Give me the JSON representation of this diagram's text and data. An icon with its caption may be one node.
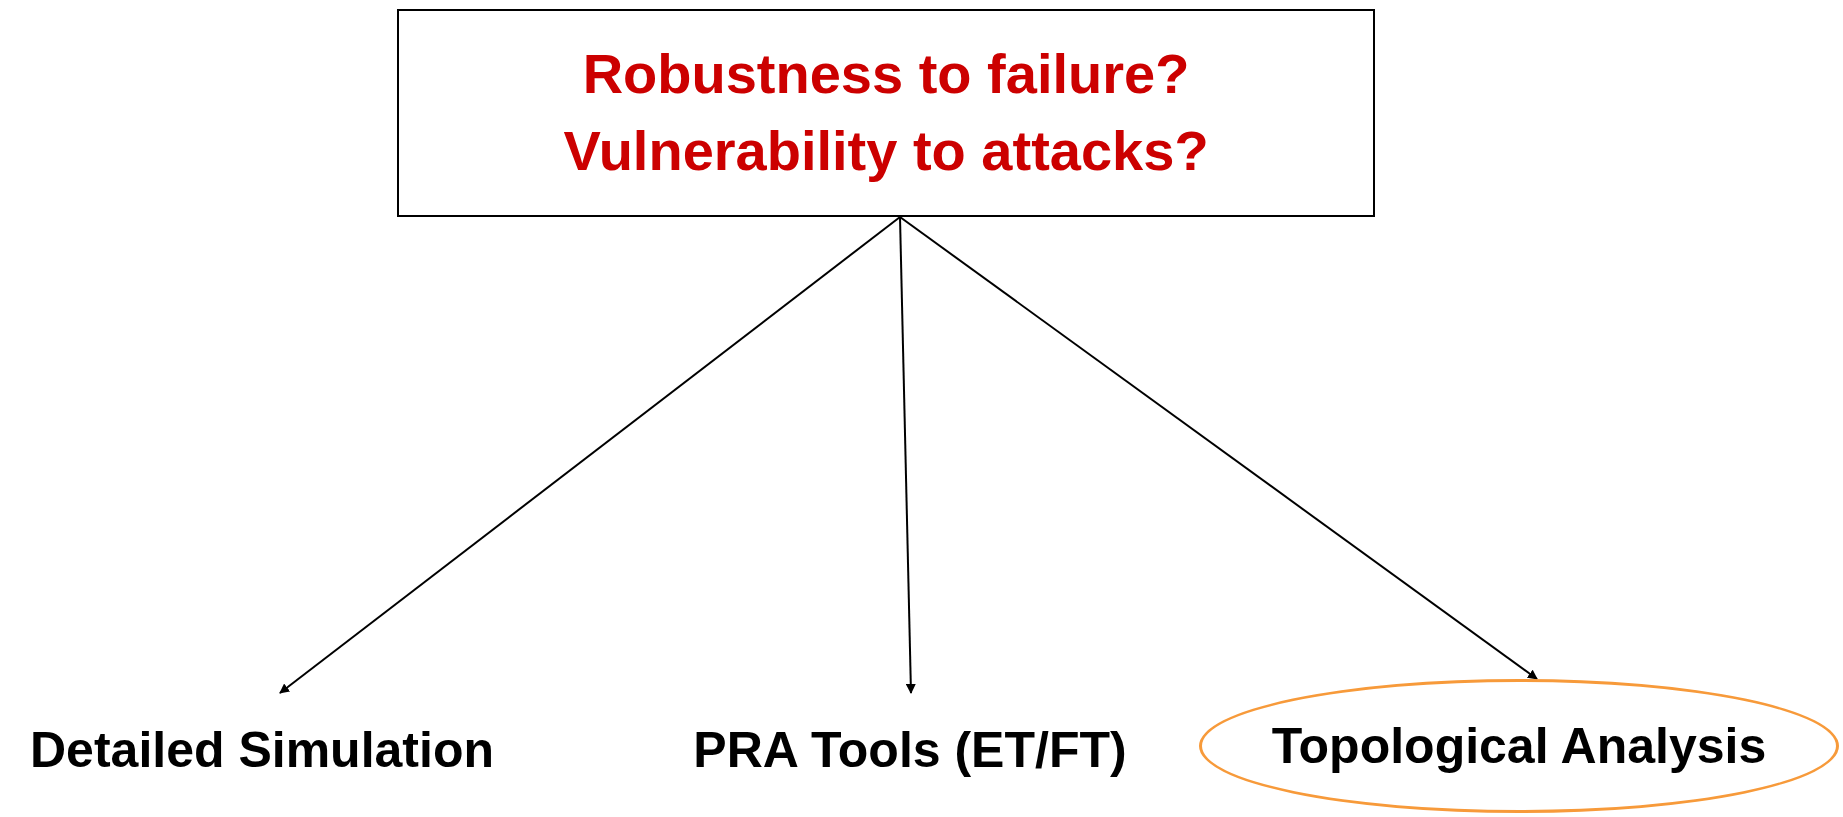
{
  "diagram": {
    "nodes": [
      {
        "text": [
          "Robustness to failure?",
          "Vulnerability to attacks?"
        ]
      },
      {
        "text": [
          "Detailed Simulation"
        ]
      },
      {
        "text": [
          "PRA Tools (ET/FT)"
        ]
      },
      {
        "text": [
          "Topological Analysis"
        ]
      }
    ],
    "edges": [
      {
        "from": 0,
        "to": 1,
        "arrow": "to"
      },
      {
        "from": 0,
        "to": 2,
        "arrow": "to"
      },
      {
        "from": 0,
        "to": 3,
        "arrow": "to"
      }
    ]
  }
}
